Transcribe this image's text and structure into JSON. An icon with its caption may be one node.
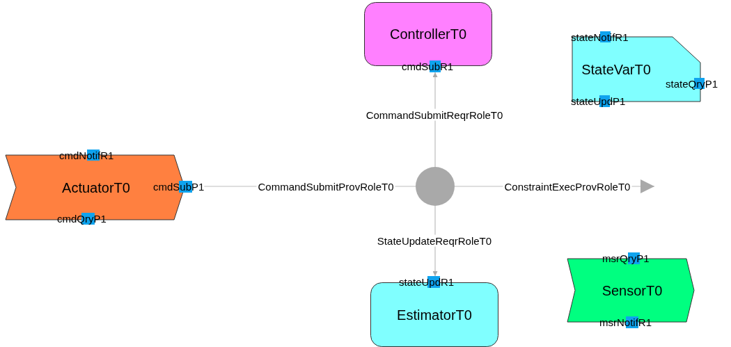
{
  "diagram": {
    "nodes": [
      {
        "text": [
          "ControllerT0"
        ]
      },
      {
        "text": [
          "cmdSubR1"
        ]
      },
      {
        "text": [
          "StateVarT0"
        ]
      },
      {
        "text": [
          "stateNotifR1"
        ]
      },
      {
        "text": [
          "stateQryP1"
        ]
      },
      {
        "text": [
          "stateUpdP1"
        ]
      },
      {
        "text": [
          "ActuatorT0"
        ]
      },
      {
        "text": [
          "cmdNotifR1"
        ]
      },
      {
        "text": [
          "cmdSubP1"
        ]
      },
      {
        "text": [
          "cmdQryP1"
        ]
      },
      {
        "text": [],
        "shape": "circle"
      },
      {
        "text": [
          "EstimatorT0"
        ]
      },
      {
        "text": [
          "stateUpdR1"
        ]
      },
      {
        "text": [
          "SensorT0"
        ]
      },
      {
        "text": [
          "msrQryP1"
        ]
      },
      {
        "text": [
          "msrNotifR1"
        ]
      }
    ],
    "edges": [
      {
        "from": 10,
        "to": 8,
        "arrow": "none",
        "label": "CommandSubmitProvRoleT0"
      },
      {
        "from": 10,
        "to": 1,
        "arrow": "to",
        "label": "CommandSubmitReqrRoleT0"
      },
      {
        "from": 10,
        "to": null,
        "arrow": "to",
        "label": "ConstraintExecProvRoleT0"
      },
      {
        "from": 10,
        "to": 12,
        "arrow": "to",
        "label": "StateUpdateReqrRoleT0"
      }
    ]
  }
}
